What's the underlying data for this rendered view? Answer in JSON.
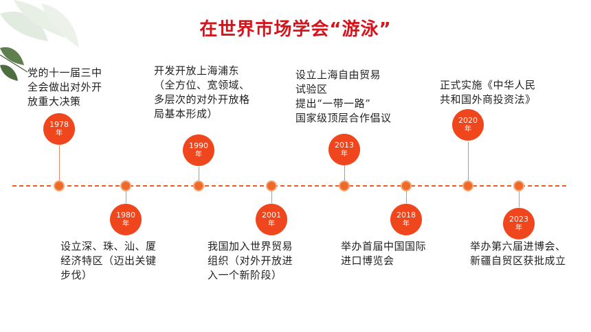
{
  "title": "在世界市场学会“游泳”",
  "colors": {
    "title": "#d6131b",
    "axis": "#ee5a24",
    "node": "#ee6a2a",
    "year_circle": "#f0461e"
  },
  "events": [
    {
      "year": "1978",
      "unit": "年",
      "text": "党的十一届三中\n全会做出对外开\n放重大决策"
    },
    {
      "year": "1980",
      "unit": "年",
      "text": "设立深、珠、汕、厦\n经济特区（迈出关键\n步伐）"
    },
    {
      "year": "1990",
      "unit": "年",
      "text": "开发开放上海浦东\n（全方位、宽领域、\n多层次的对外开放格\n局基本形成）"
    },
    {
      "year": "2001",
      "unit": "年",
      "text": "我国加入世界贸易\n组织（对外开放进\n入一个新阶段）"
    },
    {
      "year": "2013",
      "unit": "年",
      "text": "设立上海自由贸易\n试验区\n提出“一带一路”\n国家级顶层合作倡议"
    },
    {
      "year": "2018",
      "unit": "年",
      "text": "举办首届中国国际\n进口博览会"
    },
    {
      "year": "2020",
      "unit": "年",
      "text": "正式实施《中华人民\n共和国外商投资法》"
    },
    {
      "year": "2023",
      "unit": "年",
      "text": "举办第六届进博会、\n新疆自贸区获批成立"
    }
  ]
}
